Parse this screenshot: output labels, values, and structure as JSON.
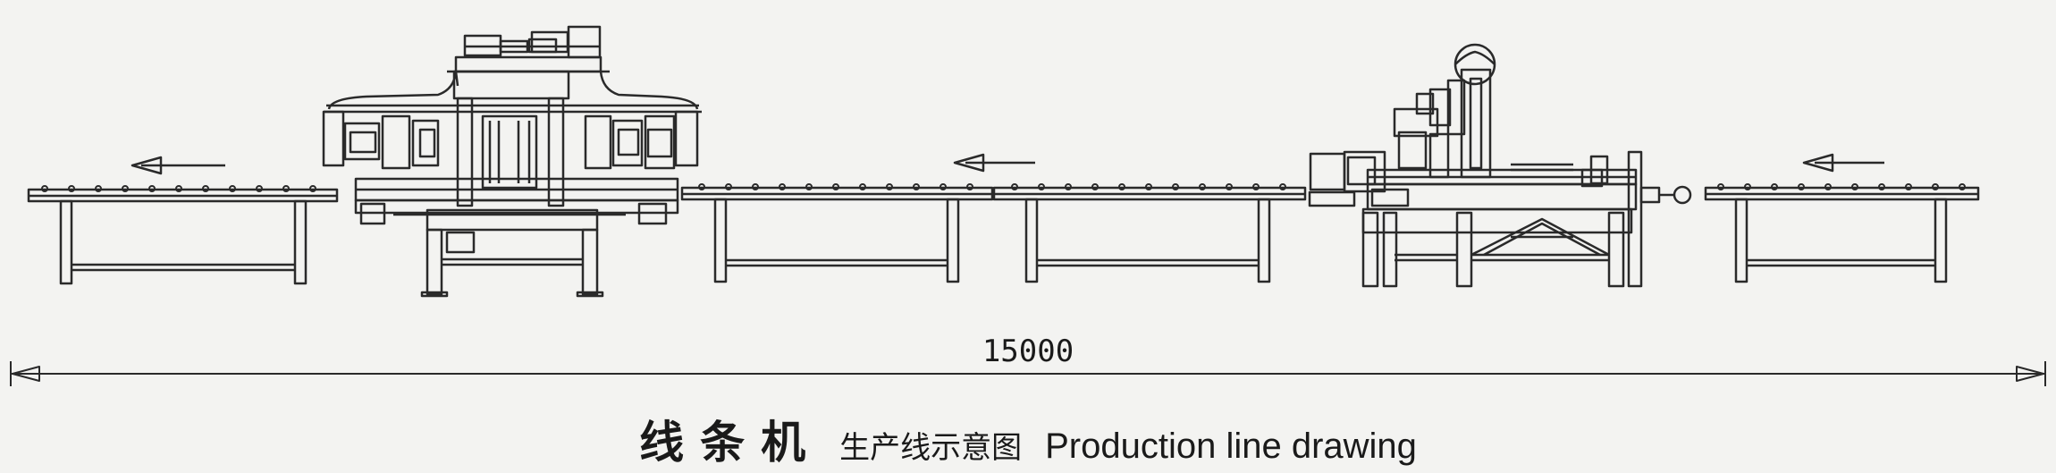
{
  "drawing": {
    "dimension_label": "15000",
    "colors": {
      "line": "#2a2a2a",
      "background": "#f3f3f1"
    }
  },
  "caption": {
    "title_zh": "线条机",
    "subtitle_zh": "生产线示意图",
    "subtitle_en": "Production line drawing"
  }
}
